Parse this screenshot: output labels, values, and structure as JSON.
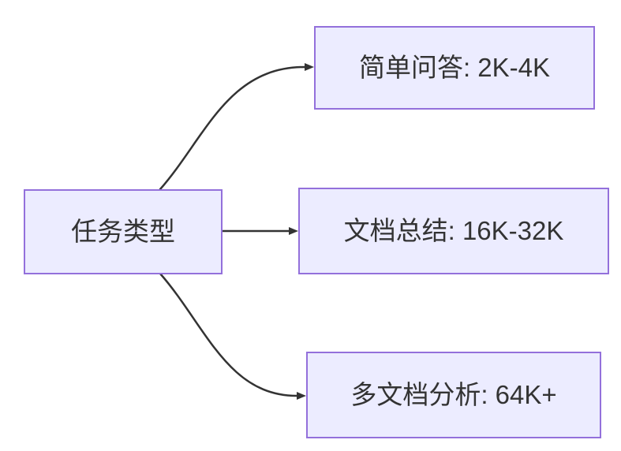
{
  "diagram": {
    "type": "flowchart-left-to-right",
    "root": {
      "label": "任务类型"
    },
    "children": [
      {
        "label": "简单问答: 2K-4K"
      },
      {
        "label": "文档总结: 16K-32K"
      },
      {
        "label": "多文档分析: 64K+"
      }
    ],
    "edges": [
      {
        "from": "任务类型",
        "to": "简单问答: 2K-4K"
      },
      {
        "from": "任务类型",
        "to": "文档总结: 16K-32K"
      },
      {
        "from": "任务类型",
        "to": "多文档分析: 64K+"
      }
    ],
    "colors": {
      "node_fill": "#ECECFF",
      "node_border": "#9370DB",
      "text": "#333333",
      "edge": "#333333",
      "background": "#FFFFFF"
    }
  }
}
